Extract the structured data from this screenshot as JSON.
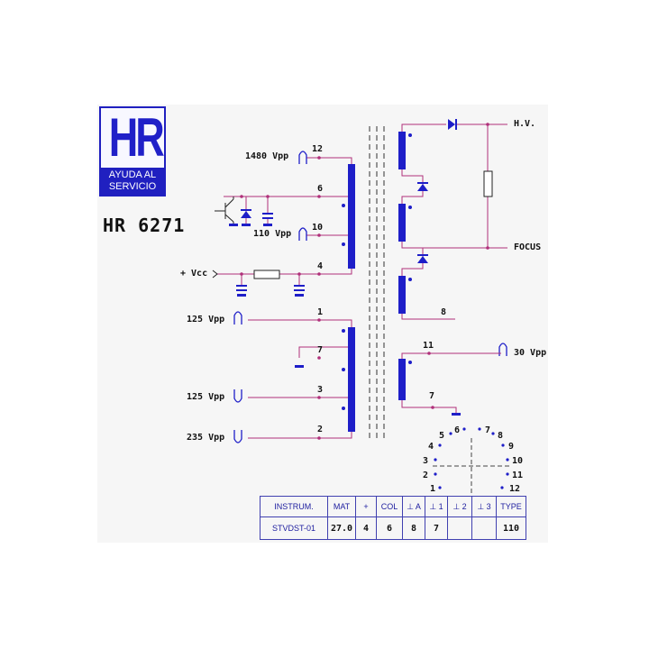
{
  "logo": {
    "letters": "HR",
    "line1": "AYUDA AL",
    "line2": "SERVICIO"
  },
  "model": "HR 6271",
  "colors": {
    "winding": "#1e1ec8",
    "wire": "#b0307a",
    "ink": "#111111",
    "table_border": "#4040b0"
  },
  "primary_pins": {
    "p12": {
      "pin": "12",
      "label": "1480 Vpp",
      "icon": "positive-pulse-icon"
    },
    "p6": {
      "pin": "6"
    },
    "p10": {
      "pin": "10",
      "label": "110 Vpp",
      "icon": "positive-pulse-icon"
    },
    "p4": {
      "pin": "4",
      "label": "+ Vcc"
    },
    "p1": {
      "pin": "1",
      "label": "125 Vpp",
      "icon": "positive-pulse-icon"
    },
    "p7": {
      "pin": "7"
    },
    "p3": {
      "pin": "3",
      "label": "125 Vpp",
      "icon": "negative-pulse-icon"
    },
    "p2": {
      "pin": "2",
      "label": "235 Vpp",
      "icon": "negative-pulse-icon"
    }
  },
  "secondary": {
    "hv": "H.V.",
    "focus": "FOCUS",
    "pin8": "8",
    "pin11": "11",
    "pin11_label": "30 Vpp",
    "pin7": "7"
  },
  "pinout": [
    "1",
    "2",
    "3",
    "4",
    "5",
    "6",
    "7",
    "8",
    "9",
    "10",
    "11",
    "12"
  ],
  "table": {
    "headers": [
      "INSTRUM.",
      "MAT",
      "+",
      "COL",
      "⊥ A",
      "⊥ 1",
      "⊥ 2",
      "⊥ 3",
      "TYPE"
    ],
    "values": [
      "STVDST-01",
      "27.0",
      "4",
      "6",
      "8",
      "7",
      "",
      "",
      "110"
    ]
  }
}
